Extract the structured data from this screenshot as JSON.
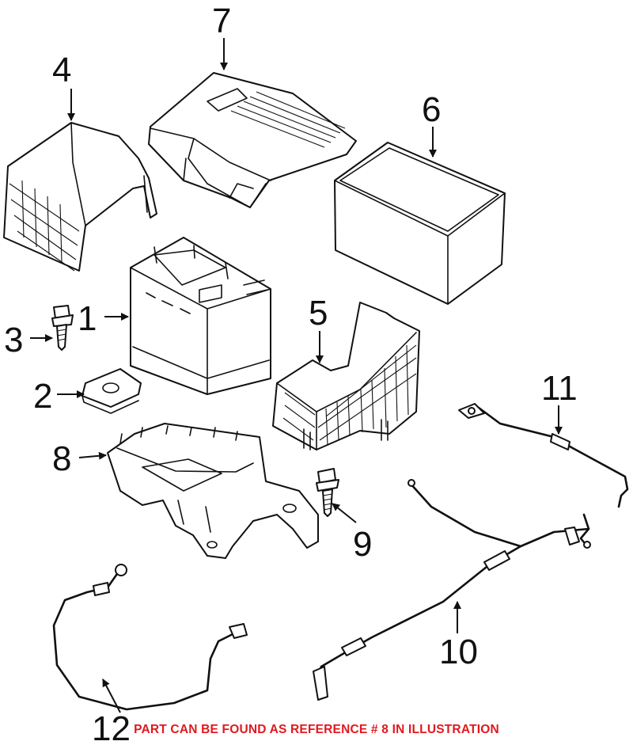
{
  "callouts": [
    "1",
    "2",
    "3",
    "4",
    "5",
    "6",
    "7",
    "8",
    "9",
    "10",
    "11",
    "12"
  ],
  "footer_note": "PART CAN BE FOUND AS REFERENCE # 8 IN ILLUSTRATION",
  "colors": {
    "line": "#111111",
    "note": "#e0191f",
    "background": "#ffffff"
  }
}
